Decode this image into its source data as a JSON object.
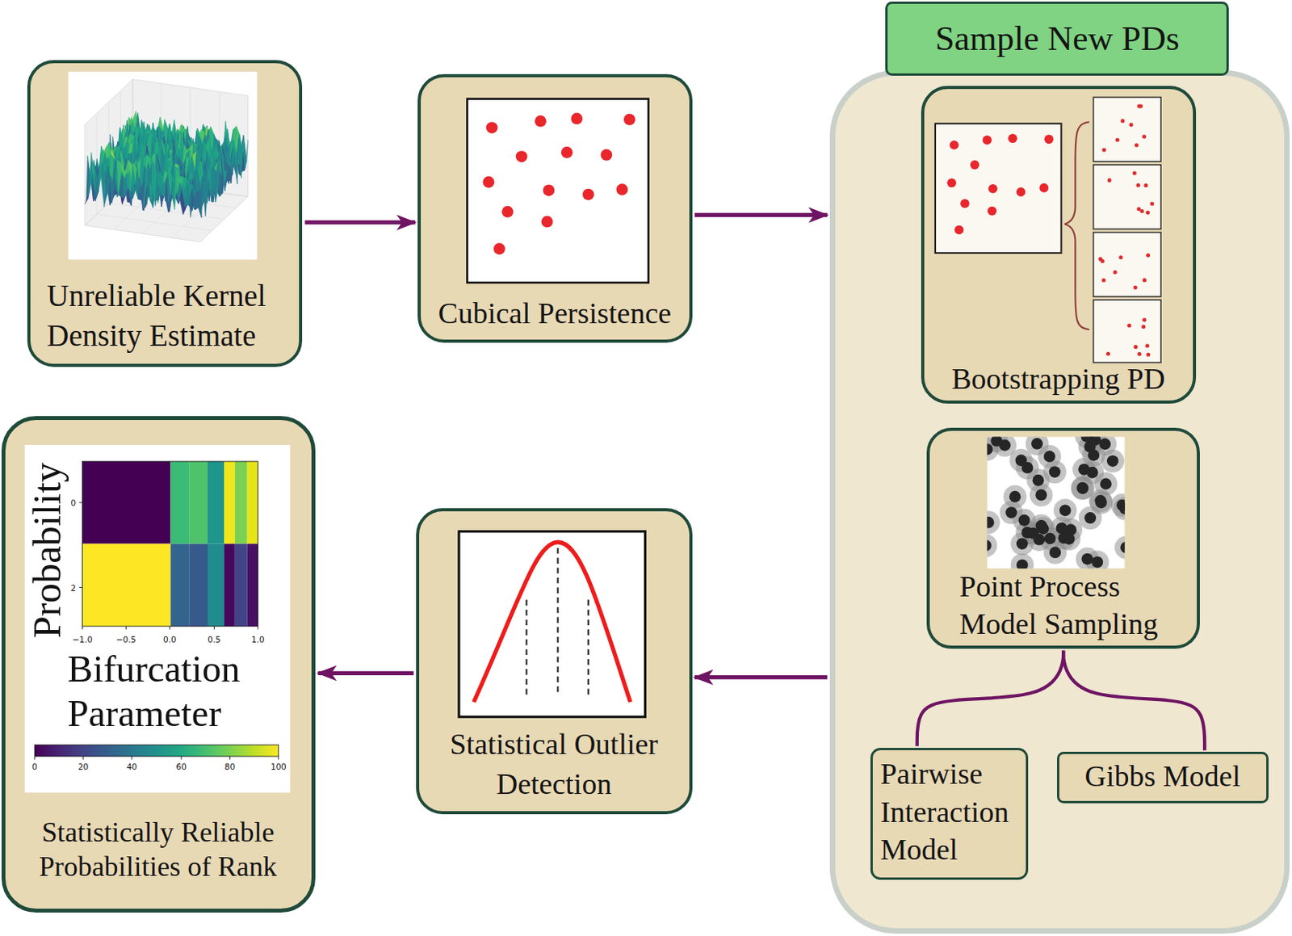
{
  "diagram": {
    "nodes": [
      {
        "text": [
          "Unreliable Kernel Density Estimate"
        ]
      },
      {
        "text": [
          "Cubical Persistence"
        ]
      },
      {
        "text": [
          "Sample New PDs"
        ]
      },
      {
        "text": [
          "Bootstrapping PD"
        ],
        "in": 2
      },
      {
        "text": [
          "Point Process Model Sampling"
        ],
        "in": 2
      },
      {
        "text": [
          "Pairwise Interaction Model"
        ],
        "in": 2
      },
      {
        "text": [
          "Gibbs Model"
        ],
        "in": 2
      },
      {
        "text": [
          "Statistically Reliable Probabilities of Rank"
        ]
      },
      {
        "text": [
          "Statistical Outlier Detection"
        ]
      }
    ],
    "edges": [
      {
        "from": 0,
        "to": 1,
        "arrow": "to"
      },
      {
        "from": 1,
        "to": 2,
        "arrow": "to"
      },
      {
        "from": 2,
        "to": 8,
        "arrow": "to"
      },
      {
        "from": 8,
        "to": 7,
        "arrow": "to"
      },
      {
        "from": 4,
        "to": 5,
        "arrow": "none"
      },
      {
        "from": 4,
        "to": 6,
        "arrow": "none"
      }
    ],
    "labels": [
      "Probability",
      "0",
      "2",
      "−1.0",
      "−0.5",
      "0.0",
      "0.5",
      "1.0",
      "Bifurcation Parameter",
      "0",
      "20",
      "40",
      "60",
      "80",
      "100"
    ]
  }
}
